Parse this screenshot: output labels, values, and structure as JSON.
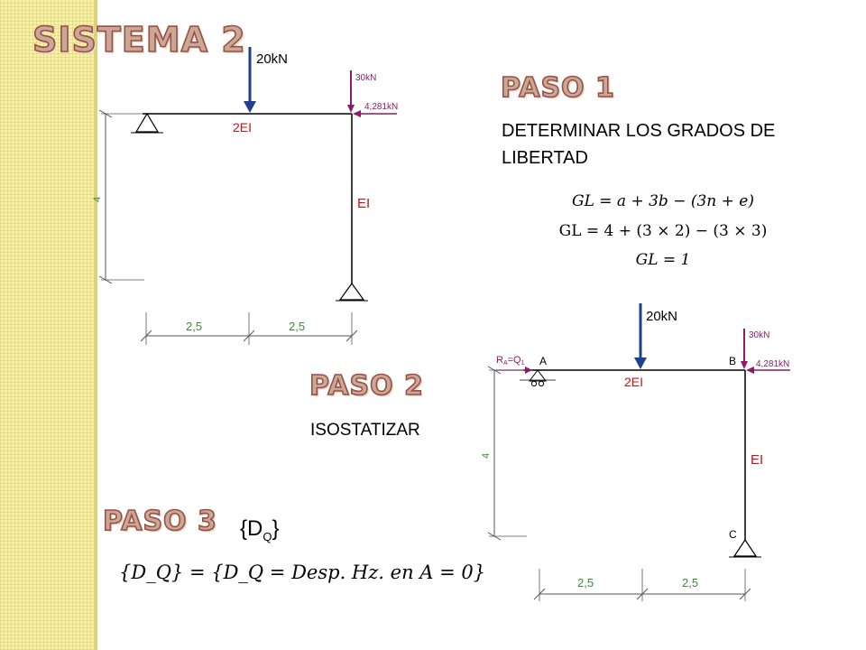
{
  "title": "SISTEMA 2",
  "paso1": {
    "heading": "PASO 1",
    "text": "DETERMINAR LOS GRADOS DE LIBERTAD",
    "eq1": "GL = a + 3b − (3n + e)",
    "eq2": "GL = 4 + (3 × 2) − (3 × 3)",
    "eq3": "GL = 1"
  },
  "paso2": {
    "heading": "PASO 2",
    "text": "ISOSTATIZAR"
  },
  "paso3": {
    "heading": "PASO 3",
    "vector_label": "{D",
    "vector_sub": "Q",
    "vector_close": "}",
    "eq": "{D_Q} = {D_Q = Desp. Hz. en A = 0}"
  },
  "frame1": {
    "load_vertical": "20kN",
    "load_top": "30kN",
    "load_side": "4,281kN",
    "beam_label": "2EI",
    "column_label": "EI",
    "height": "4",
    "span1": "2,5",
    "span2": "2,5"
  },
  "frame2": {
    "load_vertical": "20kN",
    "load_top": "30kN",
    "load_side": "4,281kN",
    "beam_label": "2EI",
    "column_label": "EI",
    "height": "4",
    "span1": "2,5",
    "span2": "2,5",
    "reaction_label": "R",
    "reaction_sub": "A",
    "reaction_rest": "=Q",
    "reaction_sub2": "1",
    "node_a": "A",
    "node_b": "B",
    "node_c": "C"
  },
  "colors": {
    "heading_fill": "#c9a898",
    "heading_stroke": "#9a5040",
    "vertical_load": "#1f3f8f",
    "point_load": "#8b1a6b",
    "member_label": "#cc1111",
    "dimension_text": "#3a8a3a",
    "strip": "#f6f0a8"
  }
}
